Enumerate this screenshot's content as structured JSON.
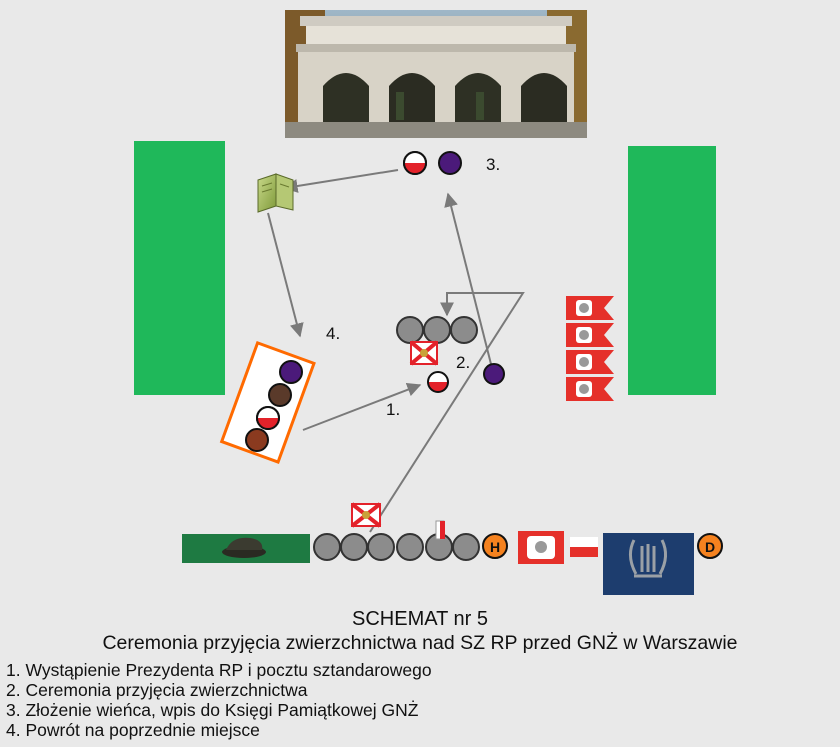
{
  "diagram": {
    "step_labels": {
      "step1": "1.",
      "step2": "2.",
      "step3": "3.",
      "step4": "4."
    },
    "markers": {
      "h": "H",
      "d": "D"
    },
    "colors": {
      "background": "#e9e9e9",
      "green_block": "#1fb85a",
      "arrow": "#7a7a7a",
      "soldier_gray": "#8c8c8c",
      "president_red": "#e3222a",
      "guest_purple": "#4b1a7a",
      "guest_brown": "#5a3a2a",
      "guest_rust": "#8a3a1f",
      "orange_outline": "#ff6a00",
      "flag_red": "#e5302a",
      "marker_orange": "#f5821f",
      "band_banner": "#1d3d6e"
    },
    "icons": {
      "monument": "tomb-of-unknown-soldier-photo",
      "book": "memorial-book-icon",
      "eagle": "polish-eagle-icon",
      "lyre": "military-band-lyre-icon",
      "cap": "military-cap-icon"
    }
  },
  "caption": {
    "title": "SCHEMAT nr 5",
    "subtitle": "Ceremonia przyjęcia zwierzchnictwa nad SZ RP przed GNŻ w Warszawie",
    "legend": [
      "1. Wystąpienie Prezydenta RP i pocztu sztandarowego",
      "2. Ceremonia przyjęcia zwierzchnictwa",
      "3. Złożenie wieńca, wpis do Księgi Pamiątkowej GNŻ",
      "4. Powrót na poprzednie miejsce"
    ]
  }
}
